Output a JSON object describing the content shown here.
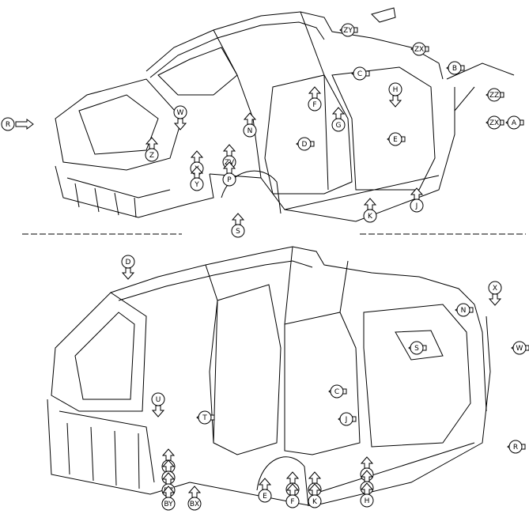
{
  "diagram": {
    "upper_view": {
      "labels": [
        "ZY",
        "ZX",
        "B",
        "ZZ",
        "ZX",
        "A",
        "C",
        "H",
        "F",
        "G",
        "D",
        "E",
        "N",
        "W",
        "Z",
        "X",
        "Y",
        "ZV",
        "P",
        "K",
        "J",
        "R",
        "S"
      ]
    },
    "lower_view": {
      "labels": [
        "D",
        "X",
        "N",
        "W",
        "S",
        "C",
        "J",
        "T",
        "U",
        "R",
        "B",
        "A",
        "BZ",
        "BY",
        "BX",
        "E",
        "G",
        "F",
        "L",
        "K",
        "P",
        "M",
        "H"
      ]
    }
  }
}
